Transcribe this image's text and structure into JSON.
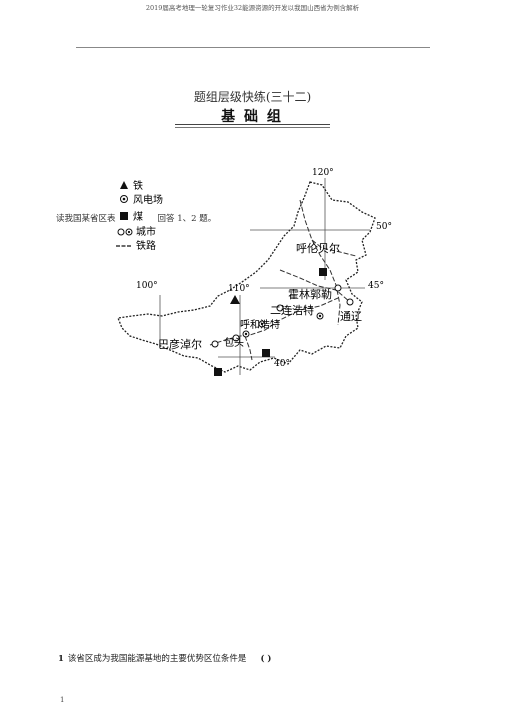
{
  "header": {
    "text": "2019届高考地理一轮复习作业32能源资源的开发以我国山西省为例含解析"
  },
  "section": {
    "title": "题组层级快练(三十二)",
    "group": "基 础 组"
  },
  "intro": {
    "before": "读我国某省区表",
    "after": "回答 1、2 题。"
  },
  "map": {
    "legend": [
      {
        "icon": "triangle-iron-icon",
        "label": "铁"
      },
      {
        "icon": "wind-farm-icon",
        "label": "风电场"
      },
      {
        "icon": "square-coal-icon",
        "label": "煤"
      },
      {
        "icon": "city-circle-icon",
        "label": "城市"
      },
      {
        "icon": "railway-line-icon",
        "label": "铁路"
      }
    ],
    "longitudes": [
      "120°",
      "110°",
      "100°"
    ],
    "latitudes": [
      "50°",
      "45°",
      "40°"
    ],
    "cities": [
      "呼伦贝尔",
      "霍林郭勒",
      "二连浩特",
      "通辽",
      "呼和浩特",
      "包头",
      "巴彦淖尔"
    ]
  },
  "question1": {
    "number": "1",
    "text": "该省区成为我国能源基地的主要优势区位条件是",
    "paren": "( )"
  },
  "page": {
    "number": "1"
  }
}
